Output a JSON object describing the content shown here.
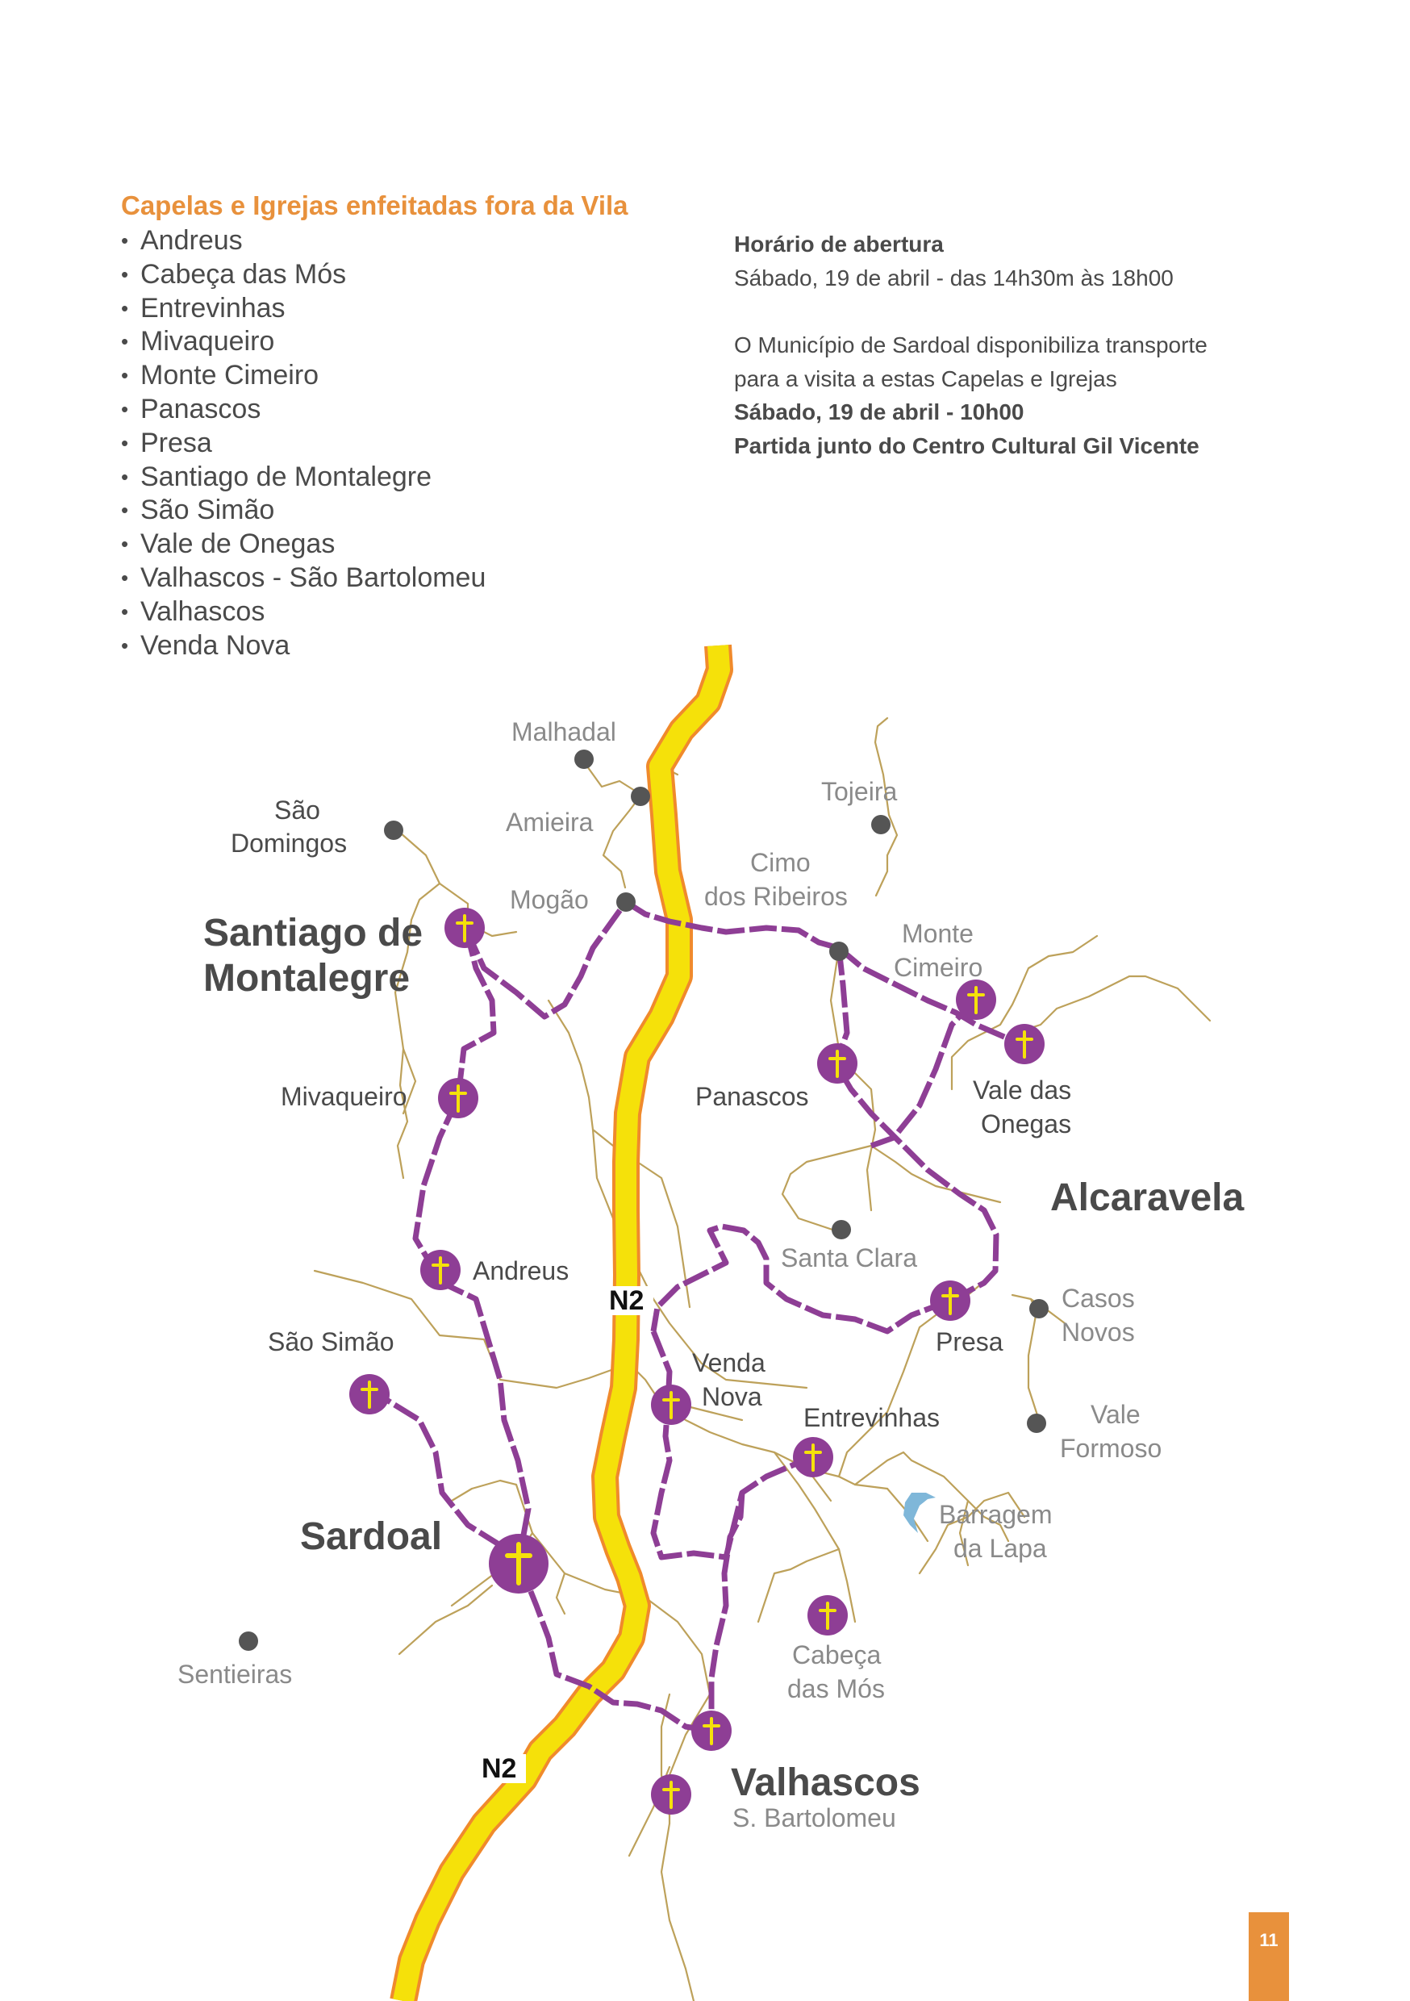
{
  "list_title": "Capelas e Igrejas enfeitadas fora da Vila",
  "chapels": [
    "Andreus",
    "Cabeça das Mós",
    "Entrevinhas",
    "Mivaqueiro",
    "Monte Cimeiro",
    "Panascos",
    "Presa",
    "Santiago de Montalegre",
    "São Simão",
    "Vale de Onegas",
    "Valhascos - São Bartolomeu",
    "Valhascos",
    "Venda Nova"
  ],
  "info": {
    "hours_title": "Horário de abertura",
    "hours": "Sábado, 19 de abril - das 14h30m às 18h00",
    "transport_1": "O Município de Sardoal disponibiliza transporte",
    "transport_2": "para a visita a estas Capelas e Igrejas",
    "departure_date": "Sábado, 19 de abril - 10h00",
    "departure_place": "Partida junto do Centro Cultural Gil Vicente"
  },
  "colors": {
    "accent": "#e8913c",
    "road_yellow": "#f5e10a",
    "road_orange": "#f08a2c",
    "route_purple": "#8e3e95",
    "chapel": "#8e3e95",
    "cross": "#f5e10a",
    "minor_road": "#bda15a",
    "village_dot": "#555555",
    "water": "#7fb7d9"
  },
  "map": {
    "road_label": "N2",
    "towns": {
      "santiago_1": "Santiago de",
      "santiago_2": "Montalegre",
      "sardoal": "Sardoal",
      "alcaravela": "Alcaravela",
      "valhascos": "Valhascos",
      "s_bartolomeu": "S. Bartolomeu"
    },
    "places": {
      "malhadal": "Malhadal",
      "amieira": "Amieira",
      "tojeira": "Tojeira",
      "sao_domingos_1": "São",
      "sao_domingos_2": "Domingos",
      "mogao": "Mogão",
      "cimo_1": "Cimo",
      "cimo_2": "dos Ribeiros",
      "monte_cimeiro_1": "Monte",
      "monte_cimeiro_2": "Cimeiro",
      "mivaqueiro": "Mivaqueiro",
      "panascos": "Panascos",
      "vale_onegas_1": "Vale das",
      "vale_onegas_2": "Onegas",
      "andreus": "Andreus",
      "santa_clara": "Santa Clara",
      "casos_novos_1": "Casos",
      "casos_novos_2": "Novos",
      "presa": "Presa",
      "sao_simao": "São Simão",
      "venda_nova_1": "Venda",
      "venda_nova_2": "Nova",
      "entrevinhas": "Entrevinhas",
      "vale_formoso_1": "Vale",
      "vale_formoso_2": "Formoso",
      "barragem_1": "Barragem",
      "barragem_2": "da Lapa",
      "sentieiras": "Sentieiras",
      "cabeca_1": "Cabeça",
      "cabeca_2": "das Mós"
    }
  },
  "page_number": "11"
}
